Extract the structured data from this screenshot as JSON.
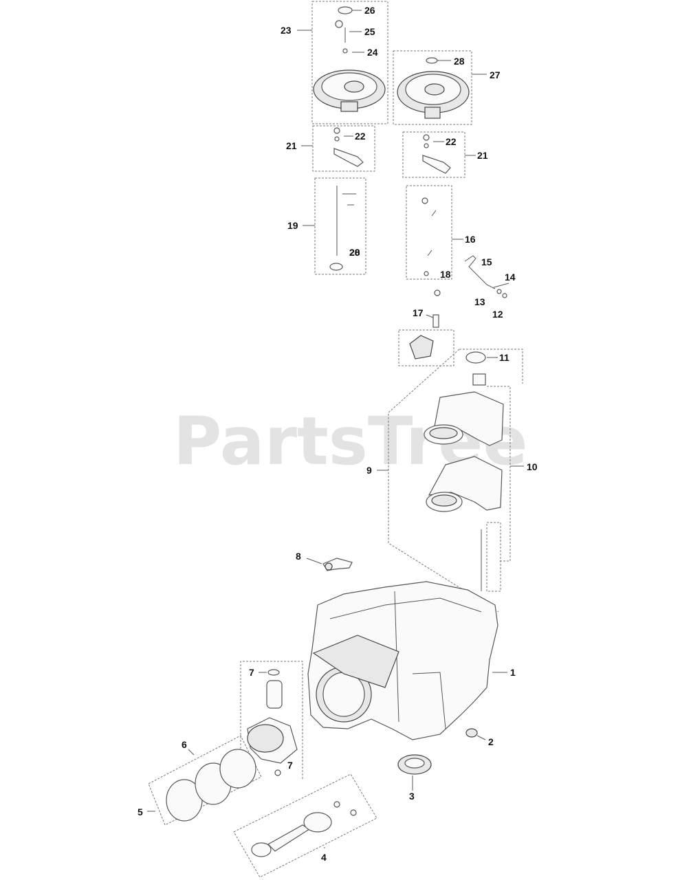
{
  "watermark": "PartsTree",
  "callouts": [
    "1",
    "2",
    "3",
    "4",
    "5",
    "6",
    "7",
    "7",
    "8",
    "9",
    "10",
    "11",
    "12",
    "13",
    "14",
    "15",
    "16",
    "17",
    "18",
    "19",
    "20",
    "21",
    "21",
    "22",
    "22",
    "23",
    "24",
    "25",
    "26",
    "27",
    "28",
    "28"
  ]
}
